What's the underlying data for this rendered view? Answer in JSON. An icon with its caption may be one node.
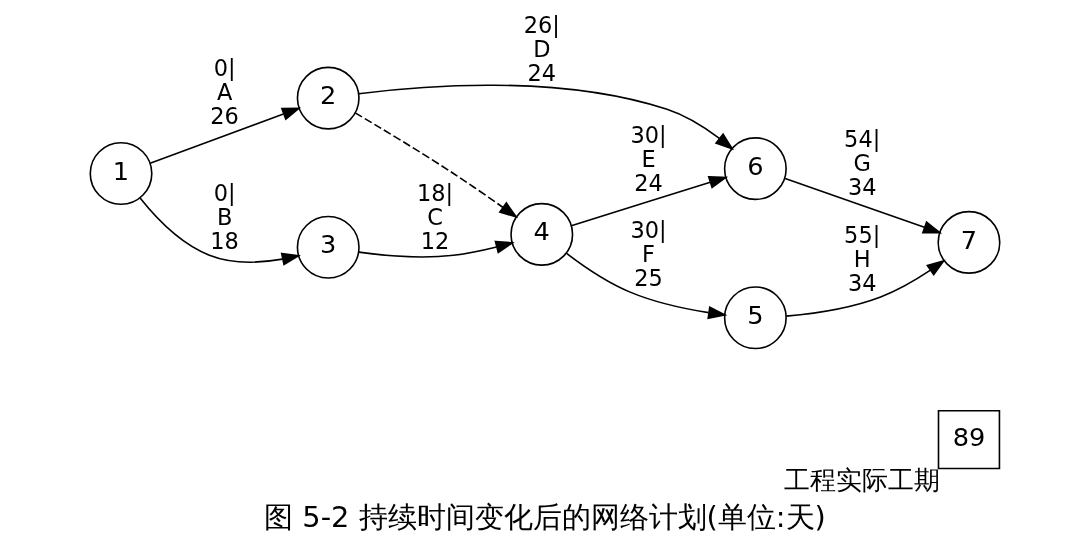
{
  "diagram": {
    "caption": "图 5-2 持续时间变化后的网络计划(单位:天)",
    "nodes": [
      {
        "text": [
          "1"
        ]
      },
      {
        "text": [
          "2"
        ]
      },
      {
        "text": [
          "3"
        ]
      },
      {
        "text": [
          "4"
        ]
      },
      {
        "text": [
          "5"
        ]
      },
      {
        "text": [
          "6"
        ]
      },
      {
        "text": [
          "7"
        ]
      },
      {
        "text": [
          "89"
        ],
        "beside": [
          "工程实际工期"
        ]
      }
    ],
    "edges": [
      {
        "from": 0,
        "to": 1,
        "arrow": "to",
        "label": "0| A 26"
      },
      {
        "from": 0,
        "to": 2,
        "arrow": "to",
        "label": "0| B 18"
      },
      {
        "from": 1,
        "to": 5,
        "arrow": "to",
        "label": "26| D 24"
      },
      {
        "from": 1,
        "to": 3,
        "arrow": "to",
        "style": "dashed"
      },
      {
        "from": 2,
        "to": 3,
        "arrow": "to",
        "label": "18| C 12"
      },
      {
        "from": 3,
        "to": 5,
        "arrow": "to",
        "label": "30| E 24"
      },
      {
        "from": 3,
        "to": 4,
        "arrow": "to",
        "label": "30| F 25"
      },
      {
        "from": 5,
        "to": 6,
        "arrow": "to",
        "label": "54| G 34"
      },
      {
        "from": 4,
        "to": 6,
        "arrow": "to",
        "label": "55| H 34"
      }
    ]
  }
}
